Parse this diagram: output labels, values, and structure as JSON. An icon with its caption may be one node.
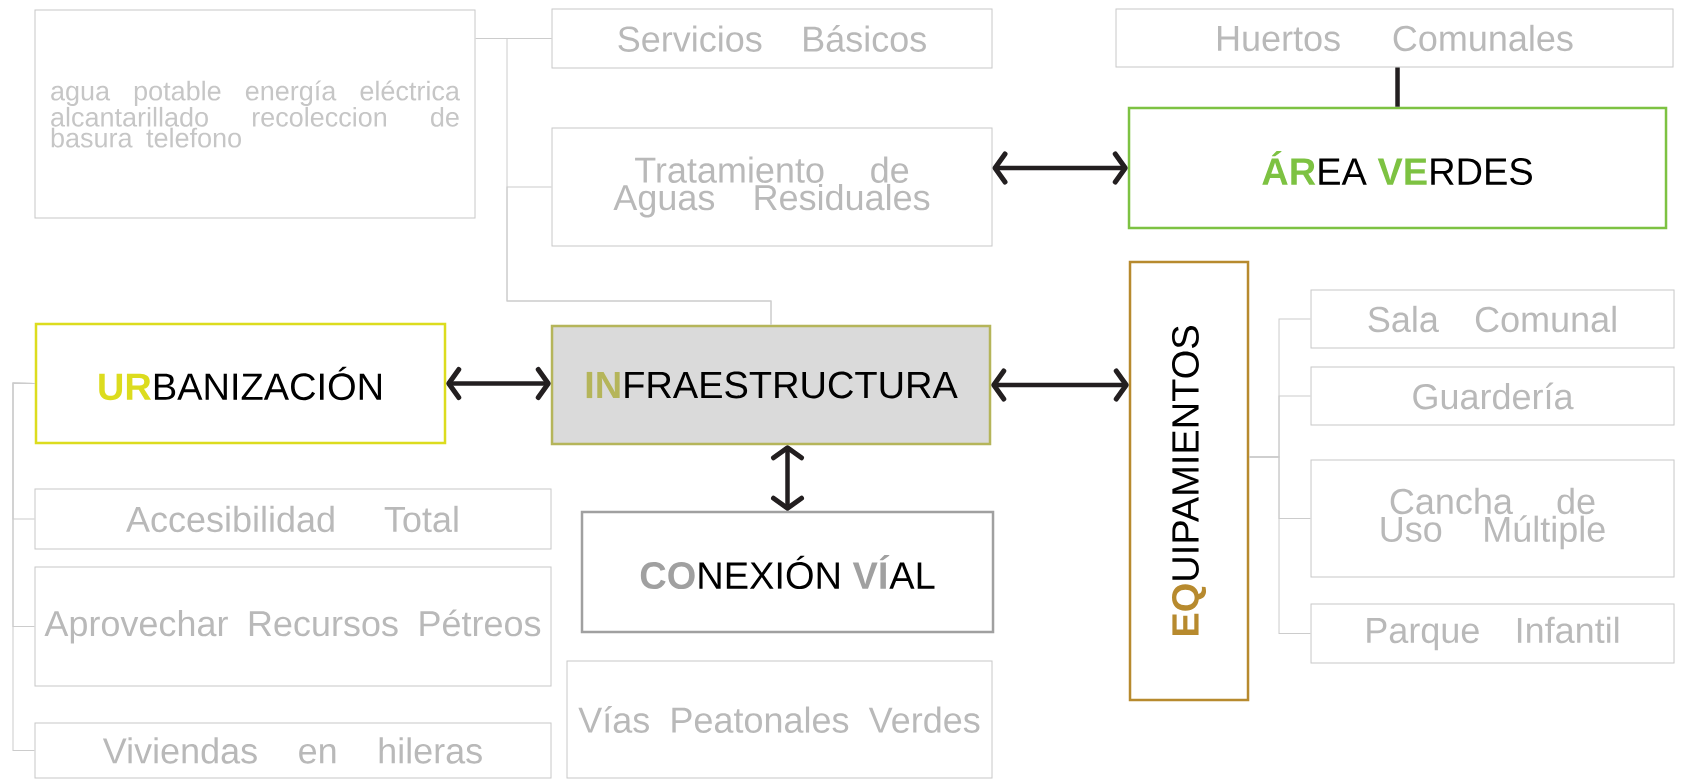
{
  "diagram": {
    "nodes": [
      {
        "text": [
          "agua potable energía eléctrica alcantarillado recoleccion de basura telefono"
        ]
      },
      {
        "text": [
          "Servicios Básicos"
        ]
      },
      {
        "text": [
          "Tratamiento de Aguas Residuales"
        ]
      },
      {
        "text": [
          "Huertos Comunales"
        ]
      },
      {
        "text": [
          "**ÁR**EA **VE**RDES"
        ]
      },
      {
        "text": [
          "**UR**BANIZACIÓN"
        ]
      },
      {
        "text": [
          "**IN**FRAESTRUCTURA"
        ]
      },
      {
        "text": [
          "**EQ**UIPAMIENTOS"
        ]
      },
      {
        "text": [
          "Sala Comunal"
        ]
      },
      {
        "text": [
          "Guardería"
        ]
      },
      {
        "text": [
          "Cancha de Uso Múltiple"
        ]
      },
      {
        "text": [
          "Parque Infantil"
        ]
      },
      {
        "text": [
          "Accesibilidad Total"
        ]
      },
      {
        "text": [
          "Aprovechar Recursos Pétreos"
        ]
      },
      {
        "text": [
          "Viviendas en hileras"
        ]
      },
      {
        "text": [
          "**CO**NEXIÓN **VÍ**AL"
        ]
      },
      {
        "text": [
          "Vías Peatonales Verdes"
        ]
      }
    ],
    "edges": [
      {
        "from": 0,
        "to": 1,
        "arrow": "none"
      },
      {
        "from": 6,
        "to": 1,
        "arrow": "none"
      },
      {
        "from": 6,
        "to": 2,
        "arrow": "none"
      },
      {
        "from": 3,
        "to": 4,
        "arrow": "none",
        "style": "thick",
        "color": "#231f20"
      },
      {
        "from": 2,
        "to": 4,
        "arrow": "both",
        "style": "thick",
        "color": "#231f20"
      },
      {
        "from": 5,
        "to": 6,
        "arrow": "both",
        "style": "thick",
        "color": "#231f20"
      },
      {
        "from": 6,
        "to": 7,
        "arrow": "both",
        "style": "thick",
        "color": "#231f20"
      },
      {
        "from": 6,
        "to": 15,
        "arrow": "both",
        "style": "thick",
        "color": "#231f20"
      },
      {
        "from": 7,
        "to": 8,
        "arrow": "none"
      },
      {
        "from": 7,
        "to": 9,
        "arrow": "none"
      },
      {
        "from": 7,
        "to": 10,
        "arrow": "none"
      },
      {
        "from": 7,
        "to": 11,
        "arrow": "none"
      },
      {
        "from": 5,
        "to": 12,
        "arrow": "none"
      },
      {
        "from": 5,
        "to": 13,
        "arrow": "none"
      },
      {
        "from": 5,
        "to": 14,
        "arrow": "none"
      }
    ]
  }
}
